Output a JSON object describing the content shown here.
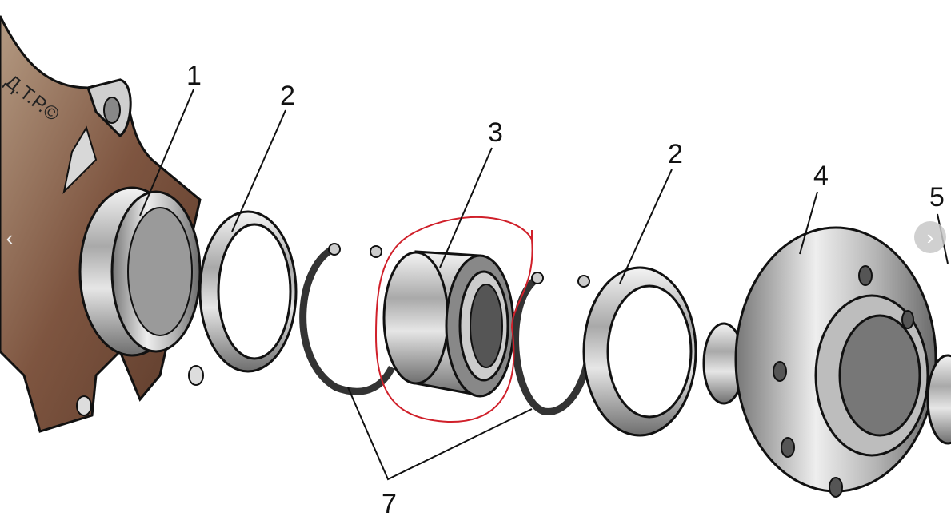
{
  "diagram": {
    "title": "Front wheel hub bearing assembly (exploded view)",
    "watermark": "Д.Т.Р.©",
    "labels": {
      "l1": "1",
      "l2a": "2",
      "l3": "3",
      "l2b": "2",
      "l4": "4",
      "l5": "5",
      "l7": "7"
    },
    "highlight_color": "#d0202a"
  },
  "viewer": {
    "prev_icon": "‹",
    "next_icon": "›"
  }
}
